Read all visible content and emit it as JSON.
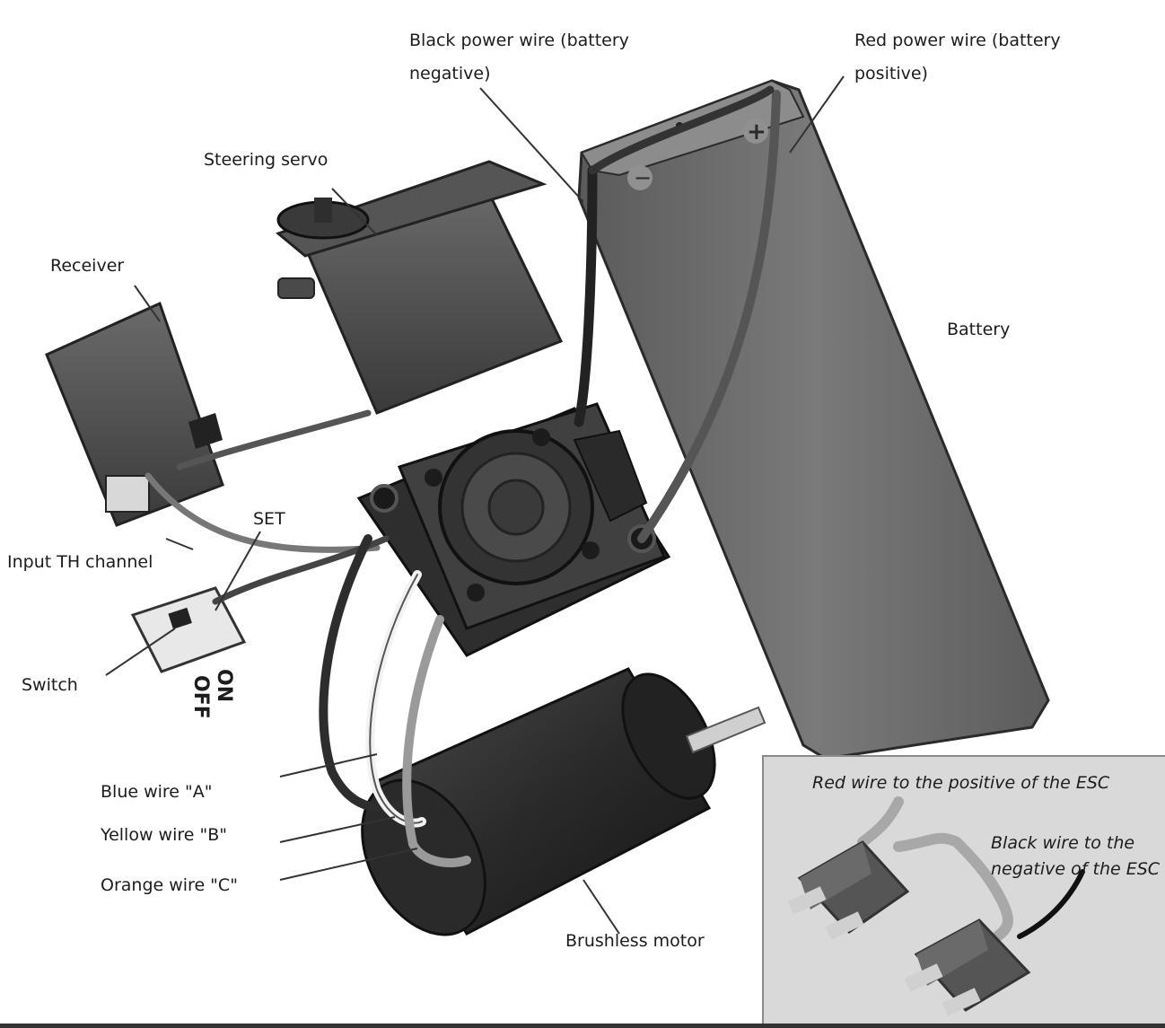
{
  "labels": {
    "black_power_wire_1": "Black power wire (battery",
    "black_power_wire_2": "negative)",
    "red_power_wire_1": "Red power wire (battery",
    "red_power_wire_2": "positive)",
    "steering_servo": "Steering servo",
    "receiver": "Receiver",
    "battery": "Battery",
    "set": "SET",
    "input_th_channel": "Input TH channel",
    "switch": "Switch",
    "on": "ON",
    "off": "OFF",
    "blue_wire": "Blue wire \"A\"",
    "yellow_wire": "Yellow wire \"B\"",
    "orange_wire": "Orange wire \"C\"",
    "brushless_motor": "Brushless motor"
  },
  "battery_marks": {
    "minus": "−",
    "plus": "+"
  },
  "inset": {
    "red_wire_1": "Red wire to the positive of the ESC",
    "black_wire_1": "Black wire to the",
    "black_wire_2": "negative of the ESC"
  }
}
